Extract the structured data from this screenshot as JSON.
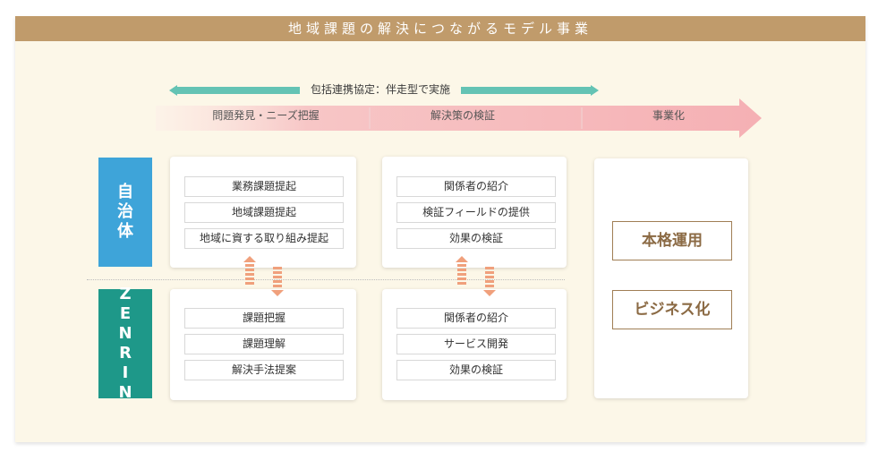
{
  "header": {
    "title": "地域課題の解決につながるモデル事業"
  },
  "agreement": {
    "label": "包括連携協定：伴走型で実施"
  },
  "phases": [
    {
      "label": "問題発見・ニーズ把握"
    },
    {
      "label": "解決策の検証"
    },
    {
      "label": "事業化"
    }
  ],
  "actors": [
    {
      "label": "自治体",
      "color": "#3ea4d9"
    },
    {
      "label": "ZENRIN",
      "color": "#1e9889"
    }
  ],
  "municipality": {
    "discovery": [
      "業務課題提起",
      "地域課題提起",
      "地域に資する取り組み提起"
    ],
    "verification": [
      "関係者の紹介",
      "検証フィールドの提供",
      "効果の検証"
    ]
  },
  "zenrin": {
    "discovery": [
      "課題把握",
      "課題理解",
      "解決手法提案"
    ],
    "verification": [
      "関係者の紹介",
      "サービス開発",
      "効果の検証"
    ]
  },
  "commercialization": [
    "本格運用",
    "ビジネス化"
  ],
  "colors": {
    "title_bar": "#c09b6b",
    "background": "#fcf7e8",
    "agreement_arrow": "#64c3b4",
    "phase_arrow": "#f5b6b9",
    "exchange_arrow": "#f0a07c",
    "result_border": "#a07e55"
  }
}
